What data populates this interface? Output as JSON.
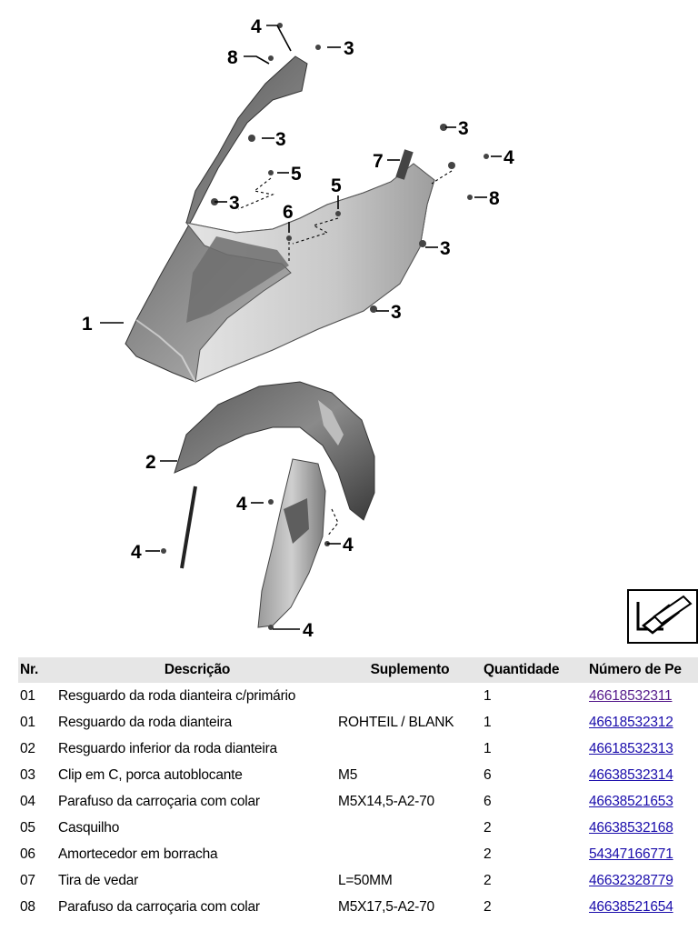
{
  "diagram": {
    "callouts": [
      "4",
      "8",
      "3",
      "3",
      "3",
      "4",
      "7",
      "5",
      "5",
      "3",
      "6",
      "8",
      "3",
      "3",
      "1",
      "2",
      "4",
      "4",
      "4",
      "4"
    ]
  },
  "table": {
    "headers": {
      "nr": "Nr.",
      "description": "Descrição",
      "supplement": "Suplemento",
      "quantity": "Quantidade",
      "part_number": "Número de Pe"
    },
    "rows": [
      {
        "nr": "01",
        "description": "Resguardo da roda dianteira c/primário",
        "supplement": "",
        "quantity": "1",
        "part_number": "46618532311"
      },
      {
        "nr": "01",
        "description": "Resguardo da roda dianteira",
        "supplement": "ROHTEIL / BLANK",
        "quantity": "1",
        "part_number": "46618532312"
      },
      {
        "nr": "02",
        "description": "Resguardo inferior da roda dianteira",
        "supplement": "",
        "quantity": "1",
        "part_number": "46618532313"
      },
      {
        "nr": "03",
        "description": "Clip em C, porca autoblocante",
        "supplement": "M5",
        "quantity": "6",
        "part_number": "46638532314"
      },
      {
        "nr": "04",
        "description": "Parafuso da carroçaria com colar",
        "supplement": "M5X14,5-A2-70",
        "quantity": "6",
        "part_number": "46638521653"
      },
      {
        "nr": "05",
        "description": "Casquilho",
        "supplement": "",
        "quantity": "2",
        "part_number": "46638532168"
      },
      {
        "nr": "06",
        "description": "Amortecedor em borracha",
        "supplement": "",
        "quantity": "2",
        "part_number": "54347166771"
      },
      {
        "nr": "07",
        "description": "Tira de vedar",
        "supplement": "L=50MM",
        "quantity": "2",
        "part_number": "46632328779"
      },
      {
        "nr": "08",
        "description": "Parafuso da carroçaria com colar",
        "supplement": "M5X17,5-A2-70",
        "quantity": "2",
        "part_number": "46638521654"
      }
    ]
  },
  "colors": {
    "header_bg": "#e6e6e6",
    "link": "#1a0dab",
    "link_visited": "#551a8b"
  }
}
